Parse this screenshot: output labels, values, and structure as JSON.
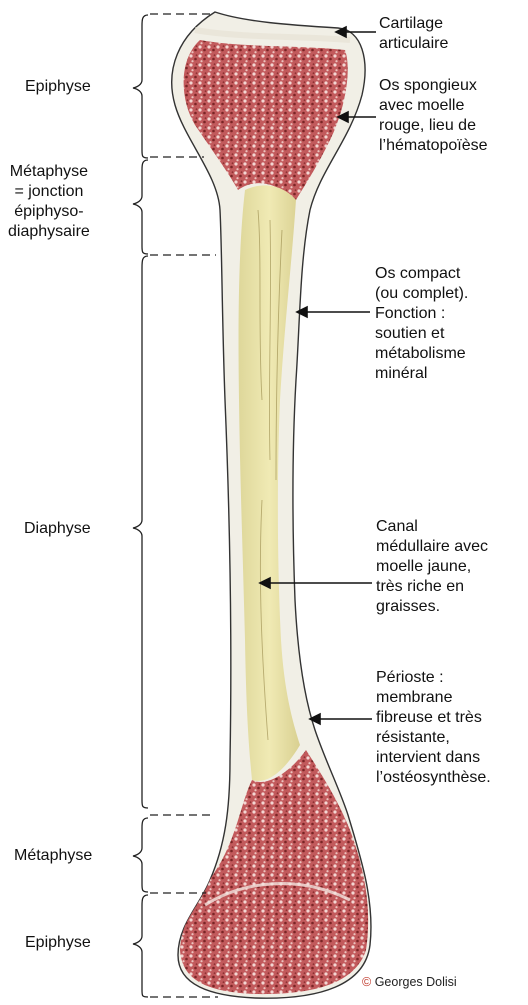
{
  "left_labels": {
    "epiphyse_top": "Epiphyse",
    "metaphyse_top": "Métaphyse\n= jonction\népiphyso-\ndiaphysaire",
    "diaphyse": "Diaphyse",
    "metaphyse_bottom": "Métaphyse",
    "epiphyse_bottom": "Epiphyse"
  },
  "right_labels": {
    "cartilage": "Cartilage\narticulaire",
    "spongieux": "Os spongieux\navec moelle\nrouge, lieu de\nl’hématopoïèse",
    "compact": "Os compact\n(ou complet).\nFonction :\nsoutien et\nmétabolisme\nminéral",
    "canal": "Canal\nmédullaire avec\nmoelle jaune,\ntrès riche en\ngraisses.",
    "perioste": "Périoste :\nmembrane\nfibreuse et très\nrésistante,\nintervient dans\nl’ostéosynthèse."
  },
  "credit": {
    "symbol": "©",
    "author": "Georges Dolisi"
  },
  "colors": {
    "spongy_red": "#b5484a",
    "marrow_yellow": "#e8e3a4",
    "compact_bone": "#f1efe6",
    "outline": "#333333"
  }
}
